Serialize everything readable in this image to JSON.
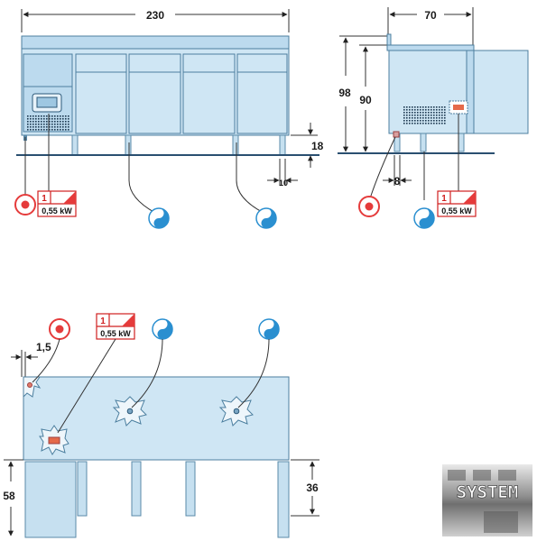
{
  "dimensions": {
    "front_width": "230",
    "side_depth": "70",
    "total_height": "98",
    "worktop_height": "90",
    "leg_height": "18",
    "leg_offset_front": "10",
    "leg_offset_side": "8",
    "plan_offset": "1,5",
    "plan_rear_depth": "58",
    "plan_leg_height": "36"
  },
  "power_label": {
    "phase": "1",
    "power": "0,55 kW"
  },
  "logo": {
    "text": "SYSTEM"
  },
  "colors": {
    "unit_fill": "#cfe6f4",
    "outline": "#4c7f9f",
    "electric_symbol": "#e53b3b",
    "water_symbol": "#2a8fd0"
  }
}
